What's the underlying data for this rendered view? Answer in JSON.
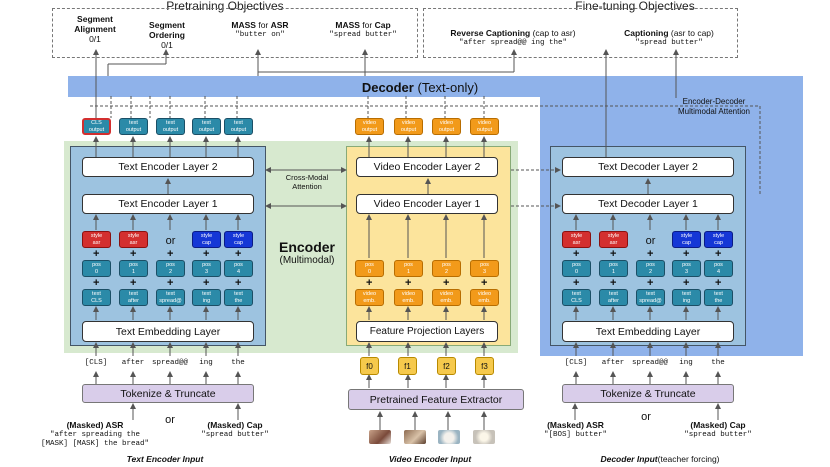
{
  "titles": {
    "pretraining": "Pretraining Objectives",
    "finetuning": "Fine-tuning Objectives"
  },
  "pretraining_objectives": [
    {
      "name": "Segment\nAlignment",
      "value": "0/1"
    },
    {
      "name": "Segment\nOrdering",
      "value": "0/1"
    },
    {
      "name_bold": "MASS",
      "name_rest": " for ",
      "name_bold2": "ASR",
      "value": "\"butter on\""
    },
    {
      "name_bold": "MASS",
      "name_rest": " for ",
      "name_bold2": "Cap",
      "value": "\"spread butter\""
    }
  ],
  "finetuning_objectives": [
    {
      "name_bold": "Reverse Captioning",
      "name_rest": " (cap to asr)",
      "value": "\"after spread@@ ing the\""
    },
    {
      "name_bold": "Captioning",
      "name_rest": " (asr to cap)",
      "value": "\"spread butter\""
    }
  ],
  "decoder_banner": {
    "bold": "Decoder",
    "rest": " (Text-only)"
  },
  "enc_dec_attention": "Encoder-Decoder\nMultimodal Attention",
  "cross_modal_attention": "Cross-Modal\nAttention",
  "encoder_label": {
    "bold": "Encoder",
    "rest": "(Multimodal)"
  },
  "text_encoder": {
    "outputs": [
      "CLS\noutput",
      "text\noutput",
      "text\noutput",
      "text\noutput",
      "text\noutput"
    ],
    "layer2": "Text Encoder Layer 2",
    "layer1": "Text Encoder Layer 1",
    "style_left": [
      "style\nasr",
      "style\nasr"
    ],
    "or": "or",
    "style_right": [
      "style\ncap",
      "style\ncap"
    ],
    "pos": [
      "pos\n0",
      "pos\n1",
      "pos\n2",
      "pos\n3",
      "pos\n4"
    ],
    "text_tokens": [
      "text\nCLS",
      "text\nafter",
      "text\nspread@",
      "text\ning",
      "text\nthe"
    ],
    "embedding": "Text Embedding Layer",
    "raw_tokens": [
      "[CLS]",
      "after",
      "spread@@",
      "ing",
      "the"
    ],
    "tokenize": "Tokenize & Truncate",
    "input_left_bold": "(Masked) ASR",
    "input_left_text": "\"after spreading the\n[MASK] [MASK] the bread\"",
    "input_or": "or",
    "input_right_bold": "(Masked) Cap",
    "input_right_text": "\"spread butter\"",
    "caption": "Text Encoder Input"
  },
  "video_encoder": {
    "outputs": [
      "video\noutput",
      "video\noutput",
      "video\noutput",
      "video\noutput"
    ],
    "layer2": "Video Encoder Layer 2",
    "layer1": "Video Encoder Layer 1",
    "pos": [
      "pos\n0",
      "pos\n1",
      "pos\n2",
      "pos\n3"
    ],
    "emb": [
      "video\nemb.",
      "video\nemb.",
      "video\nemb.",
      "video\nemb."
    ],
    "projection": "Feature Projection Layers",
    "features": [
      "f0",
      "f1",
      "f2",
      "f3"
    ],
    "extractor": "Pretrained Feature Extractor",
    "caption": "Video Encoder Input"
  },
  "decoder": {
    "layer2": "Text Decoder Layer 2",
    "layer1": "Text Decoder Layer 1",
    "style_left": [
      "style\nasr",
      "style\nasr"
    ],
    "or": "or",
    "style_right": [
      "style\ncap",
      "style\ncap"
    ],
    "pos": [
      "pos\n0",
      "pos\n1",
      "pos\n2",
      "pos\n3",
      "pos\n4"
    ],
    "text_tokens": [
      "text\nCLS",
      "text\nafter",
      "text\nspread@",
      "text\ning",
      "text\nthe"
    ],
    "embedding": "Text Embedding Layer",
    "raw_tokens": [
      "[CLS]",
      "after",
      "spread@@",
      "ing",
      "the"
    ],
    "tokenize": "Tokenize & Truncate",
    "input_left_bold": "(Masked) ASR",
    "input_left_text": "\"[BOS] butter\"",
    "input_or": "or",
    "input_right_bold": "(Masked) Cap",
    "input_right_text": "\"spread butter\"",
    "caption_bold": "Decoder Input",
    "caption_rest": " (teacher forcing)"
  },
  "colors": {
    "decoder_bg": "#8fb2ea",
    "encoder_bg": "#d7e9cf",
    "text_block": "#9dc3e0",
    "video_block": "#fce49c",
    "token_teal": "#2b8aa8",
    "token_orange": "#f29a1a",
    "style_red": "#d32f2f",
    "style_blue": "#1537d6",
    "tokenize_lavender": "#d9cdea"
  }
}
